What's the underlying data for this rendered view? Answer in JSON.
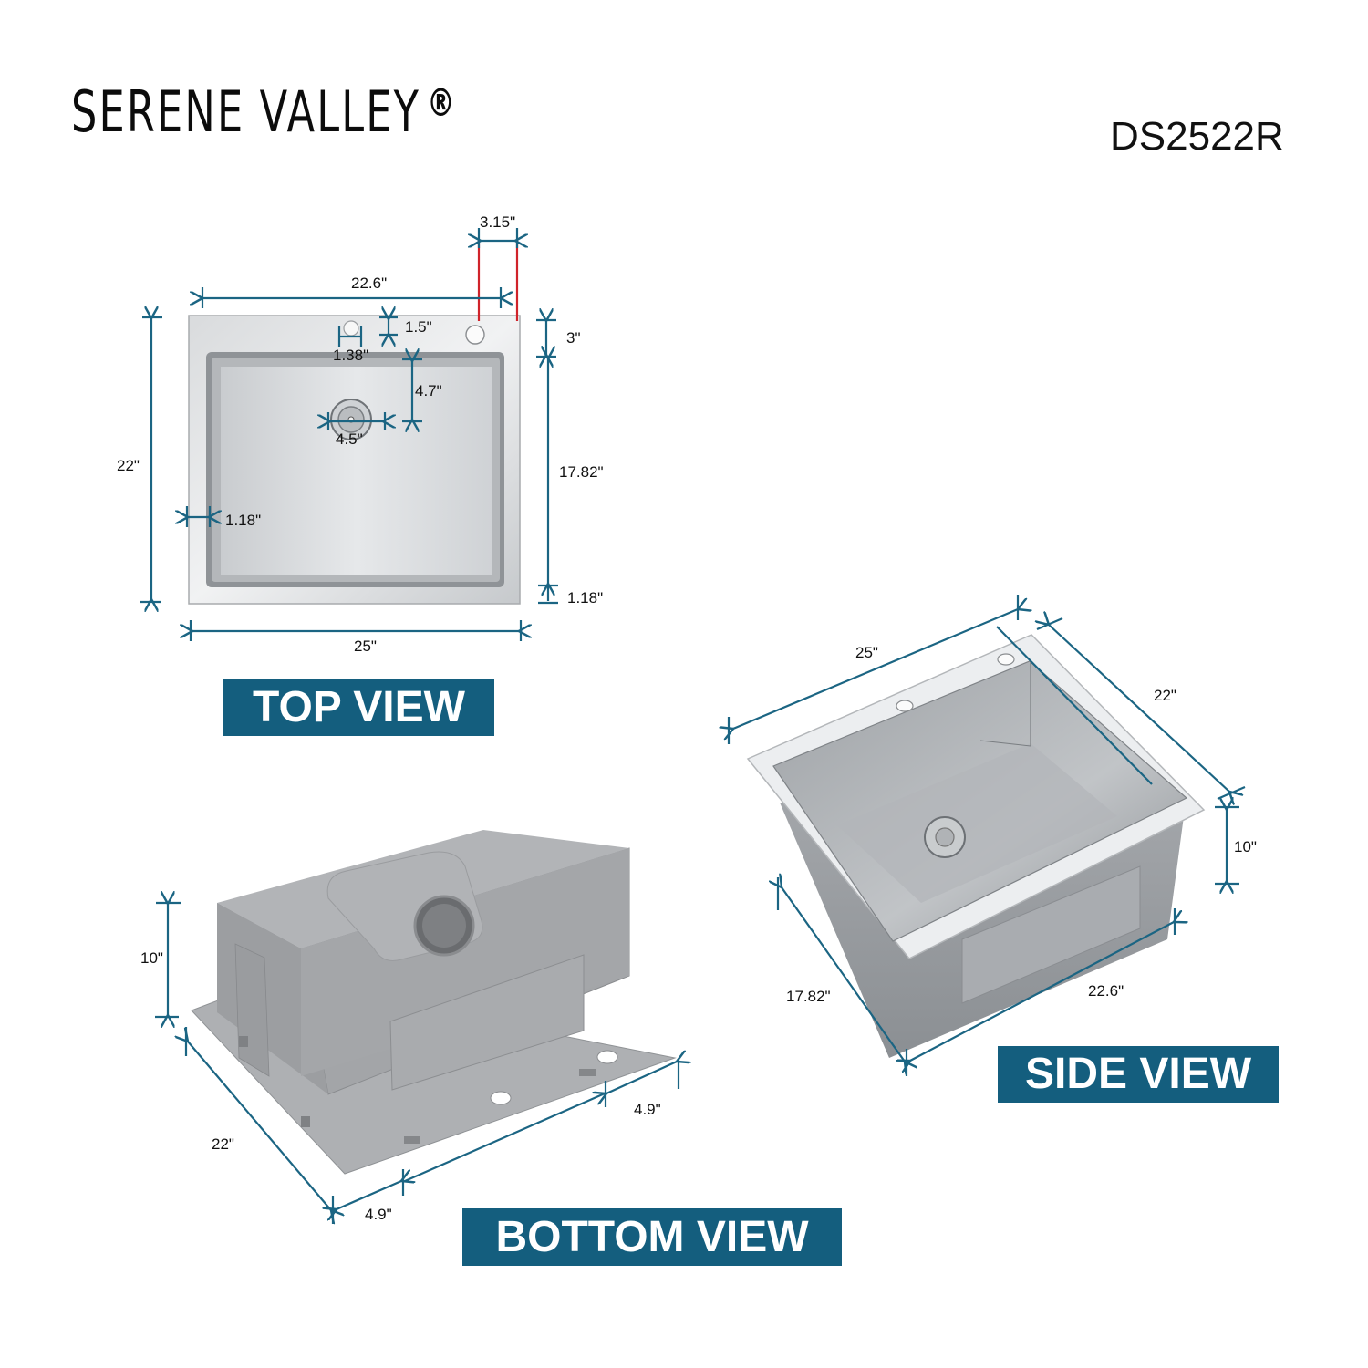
{
  "header": {
    "brand": "SERENE VALLEY",
    "brand_mark": "®",
    "model": "DS2522R"
  },
  "colors": {
    "accent": "#145e7e",
    "dimension_line": "#1b6583",
    "highlight_line": "#d0232a",
    "steel_light": "#e4e6e8",
    "steel_mid": "#b9bcc0",
    "steel_dark": "#8e9296",
    "bottom_body": "#a5a7aa"
  },
  "top_view": {
    "label": "TOP VIEW",
    "dimensions": {
      "faucet_hole_offset": "3.15\"",
      "bowl_width": "22.6\"",
      "hole_from_top": "1.5\"",
      "hole_diameter": "1.38\"",
      "rim_depth": "3\"",
      "drain_from_back": "4.7\"",
      "drain_diameter": "4.5\"",
      "overall_depth": "22\"",
      "bowl_depth": "17.82\"",
      "side_rim": "1.18\"",
      "front_rim": "1.18\"",
      "overall_width": "25\""
    }
  },
  "side_view": {
    "label": "SIDE VIEW",
    "dimensions": {
      "overall_width": "25\"",
      "overall_depth": "22\"",
      "bowl_height": "10\"",
      "bowl_depth": "17.82\"",
      "bowl_width": "22.6\""
    }
  },
  "bottom_view": {
    "label": "BOTTOM VIEW",
    "dimensions": {
      "bowl_height": "10\"",
      "overall_depth": "22\"",
      "flange_right": "4.9\"",
      "flange_left": "4.9\""
    }
  }
}
